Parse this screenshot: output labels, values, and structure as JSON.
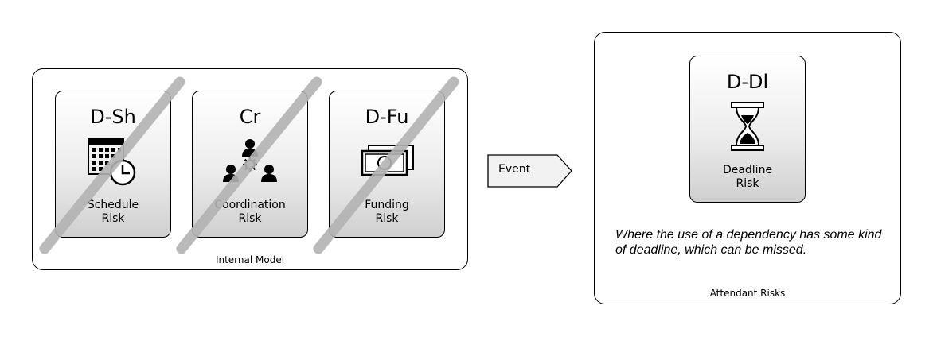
{
  "internal_model": {
    "label": "Internal Model",
    "cards": [
      {
        "code": "D-Sh",
        "name_line1": "Schedule",
        "name_line2": "Risk",
        "icon": "calendar-clock-icon",
        "struck": true
      },
      {
        "code": "Cr",
        "name_line1": "Coordination",
        "name_line2": "Risk",
        "icon": "people-gear-icon",
        "struck": true
      },
      {
        "code": "D-Fu",
        "name_line1": "Funding",
        "name_line2": "Risk",
        "icon": "banknote-icon",
        "struck": true
      }
    ]
  },
  "event": {
    "label": "Event"
  },
  "attendant_risks": {
    "label": "Attendant Risks",
    "card": {
      "code": "D-Dl",
      "name_line1": "Deadline",
      "name_line2": "Risk",
      "icon": "hourglass-icon"
    },
    "description": "Where the use of a dependency has some kind of deadline, which can be missed."
  },
  "colors": {
    "strike": "#b3b3b3",
    "card_bottom": "#cfcfcf",
    "outline": "#000000"
  }
}
